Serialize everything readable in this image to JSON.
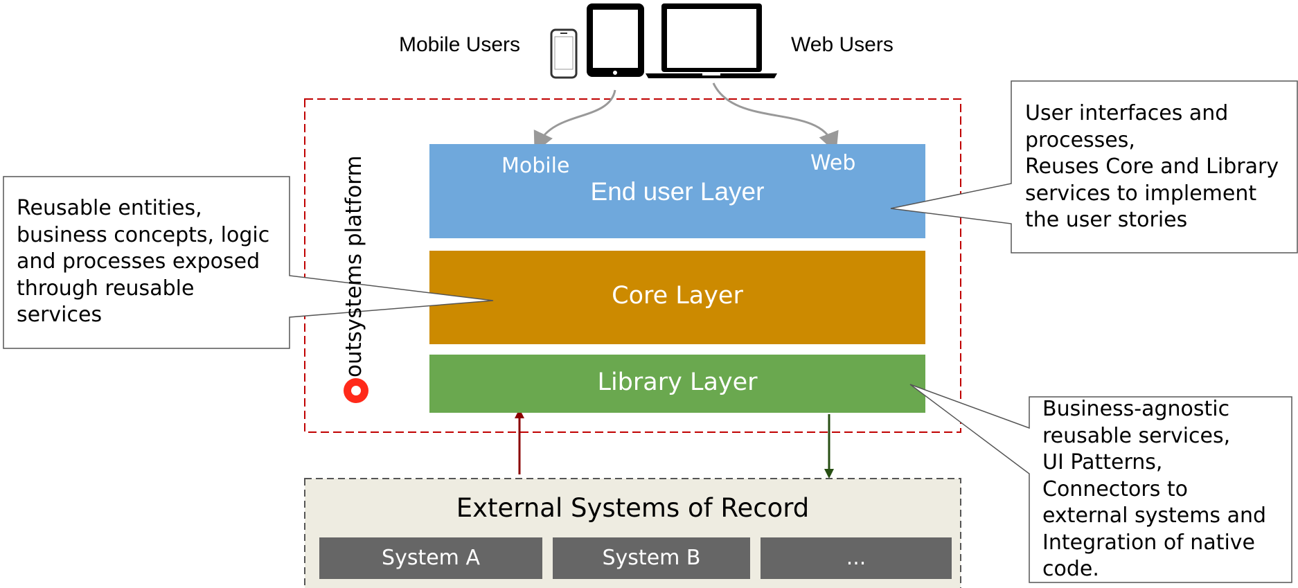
{
  "users": {
    "mobile_label": "Mobile Users",
    "web_label": "Web Users"
  },
  "platform": {
    "name": "outsystems platform"
  },
  "layers": {
    "end_user": {
      "title": "End user Layer",
      "mobile_label": "Mobile",
      "web_label": "Web",
      "color": "#6fa8dc"
    },
    "core": {
      "title": "Core Layer",
      "color": "#cc8a00"
    },
    "library": {
      "title": "Library Layer",
      "color": "#6aa84f"
    }
  },
  "callouts": {
    "core": {
      "lines": [
        [
          {
            "t": "Reusable "
          },
          {
            "t": "entities",
            "b": true
          },
          {
            "t": ","
          }
        ],
        [
          {
            "t": "business concepts",
            "b": true
          },
          {
            "t": ", "
          },
          {
            "t": "logic",
            "b": true
          }
        ],
        [
          {
            "t": "and "
          },
          {
            "t": "processes",
            "b": true
          },
          {
            "t": " exposed"
          }
        ],
        [
          {
            "t": "through reusable"
          }
        ],
        [
          {
            "t": "services",
            "b": true
          }
        ]
      ]
    },
    "end_user": {
      "lines": [
        [
          {
            "t": "User interfaces",
            "b": true
          },
          {
            "t": " and"
          }
        ],
        [
          {
            "t": "processes",
            "b": true
          },
          {
            "t": ","
          }
        ],
        [
          {
            "t": "Reuses",
            "b": true
          },
          {
            "t": " Core and Library"
          }
        ],
        [
          {
            "t": "services to implement"
          }
        ],
        [
          {
            "t": "the "
          },
          {
            "t": "user stories",
            "b": true
          }
        ]
      ]
    },
    "library": {
      "lines": [
        [
          {
            "t": "Business-agnostic",
            "b": true
          }
        ],
        [
          {
            "t": "reusable services,"
          }
        ],
        [
          {
            "t": "UI Patterns",
            "b": true
          },
          {
            "t": ","
          }
        ],
        [
          {
            "t": "Connectors",
            "b": true
          },
          {
            "t": " to"
          }
        ],
        [
          {
            "t": "external systems and"
          }
        ],
        [
          {
            "t": "Integration",
            "b": true
          },
          {
            "t": " of native"
          }
        ],
        [
          {
            "t": "code."
          }
        ]
      ]
    }
  },
  "external": {
    "title": "External Systems of Record",
    "systems": [
      "System A",
      "System B",
      "..."
    ]
  },
  "colors": {
    "platform_border": "#c00000",
    "logo": "#ff2a1a",
    "arrow_up": "#8b0000",
    "arrow_down": "#274e13",
    "external_bg": "#eeece1",
    "system_bg": "#666666"
  }
}
